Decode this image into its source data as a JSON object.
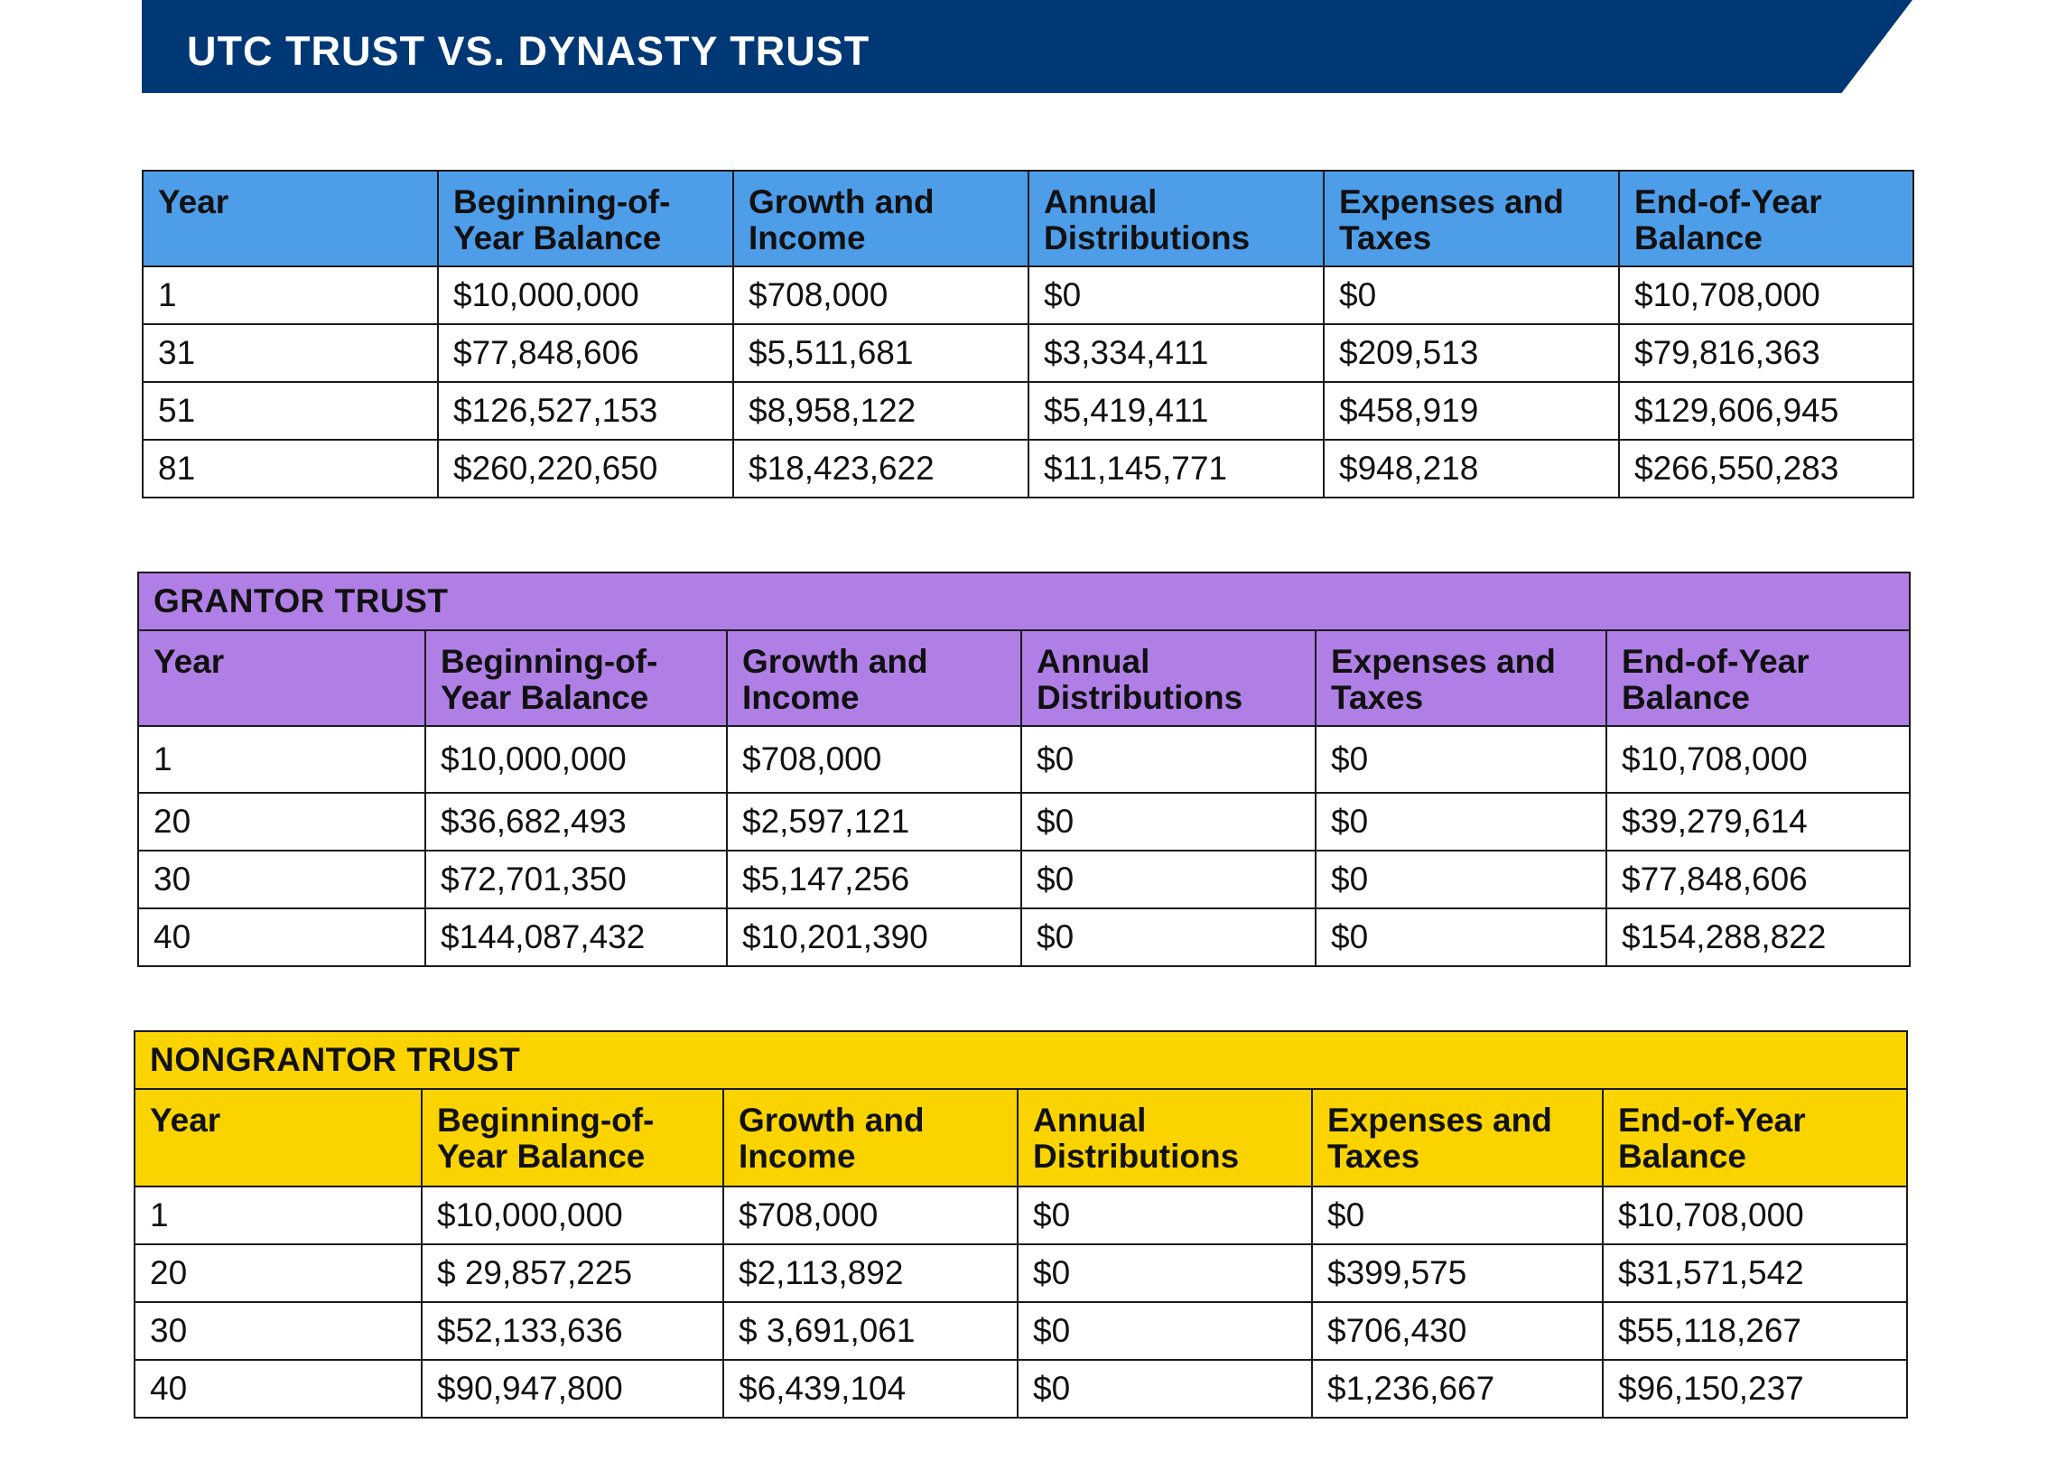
{
  "banner": {
    "title": "UTC TRUST VS. DYNASTY TRUST"
  },
  "columns": [
    "Year",
    "Beginning-of-Year Balance",
    "Growth and Income",
    "Annual Distributions",
    "Expenses and Taxes",
    "End-of-Year Balance"
  ],
  "colors": {
    "banner": "#003876",
    "utc_header": "#4d9de9",
    "grantor_header": "#b07fe6",
    "nongrantor_header": "#fbd400"
  },
  "utc": {
    "rows": [
      [
        "1",
        "$10,000,000",
        "$708,000",
        "$0",
        "$0",
        "$10,708,000"
      ],
      [
        "31",
        "$77,848,606",
        "$5,511,681",
        "$3,334,411",
        "$209,513",
        "$79,816,363"
      ],
      [
        "51",
        "$126,527,153",
        "$8,958,122",
        "$5,419,411",
        "$458,919",
        "$129,606,945"
      ],
      [
        "81",
        "$260,220,650",
        "$18,423,622",
        "$11,145,771",
        "$948,218",
        "$266,550,283"
      ]
    ]
  },
  "grantor": {
    "title": "GRANTOR TRUST",
    "rows": [
      [
        "1",
        "$10,000,000",
        "$708,000",
        "$0",
        "$0",
        "$10,708,000"
      ],
      [
        "20",
        "$36,682,493",
        "$2,597,121",
        "$0",
        "$0",
        "$39,279,614"
      ],
      [
        "30",
        "$72,701,350",
        "$5,147,256",
        "$0",
        "$0",
        "$77,848,606"
      ],
      [
        "40",
        "$144,087,432",
        "$10,201,390",
        "$0",
        "$0",
        "$154,288,822"
      ]
    ]
  },
  "nongrantor": {
    "title": "NONGRANTOR TRUST",
    "rows": [
      [
        "1",
        "$10,000,000",
        "$708,000",
        "$0",
        "$0",
        "$10,708,000"
      ],
      [
        "20",
        "$ 29,857,225",
        "$2,113,892",
        "$0",
        "$399,575",
        "$31,571,542"
      ],
      [
        "30",
        "$52,133,636",
        "$ 3,691,061",
        "$0",
        "$706,430",
        "$55,118,267"
      ],
      [
        "40",
        "$90,947,800",
        "$6,439,104",
        "$0",
        "$1,236,667",
        "$96,150,237"
      ]
    ]
  }
}
